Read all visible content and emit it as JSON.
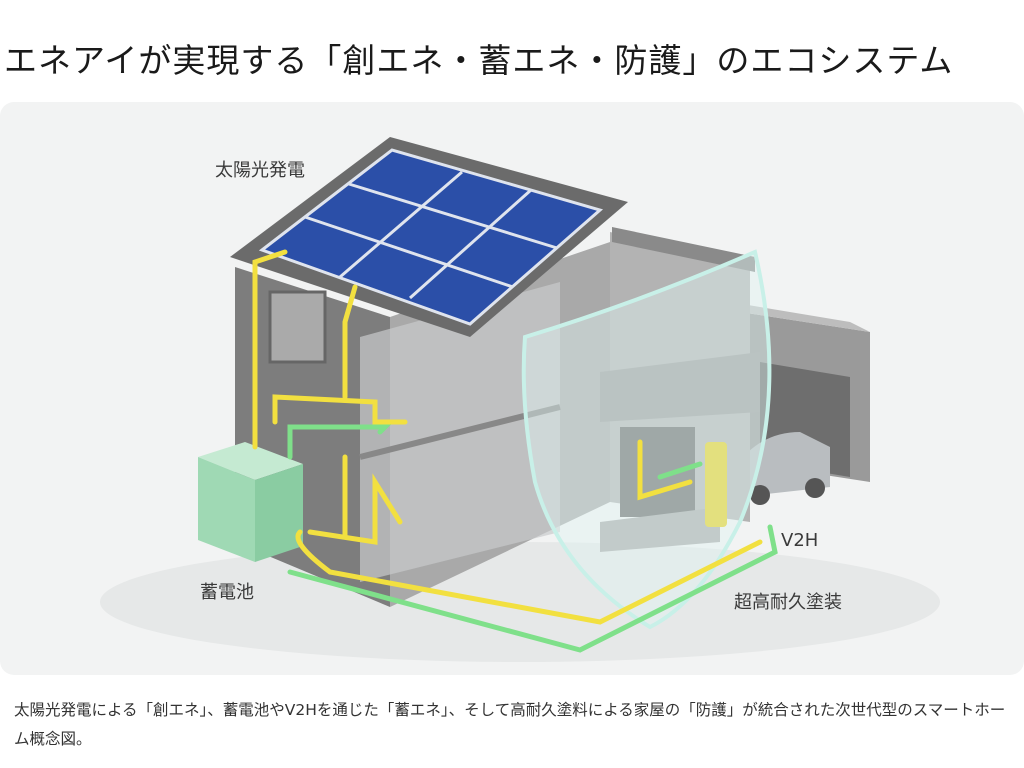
{
  "title": "エネアイが実現する「創エネ・蓄エネ・防護」のエコシステム",
  "figure": {
    "labels": {
      "solar": "太陽光発電",
      "battery": "蓄電池",
      "v2h": "V2H",
      "coating": "超高耐久塗装"
    },
    "colors": {
      "flow_yellow": "#f2e040",
      "flow_green": "#7fe08a",
      "panel": "#2b4fa8",
      "battery": "#9fd9b4"
    }
  },
  "caption": "太陽光発電による「創エネ」、蓄電池やV2Hを通じた「蓄エネ」、そして高耐久塗料による家屋の「防護」が統合された次世代型のスマートホーム概念図。"
}
